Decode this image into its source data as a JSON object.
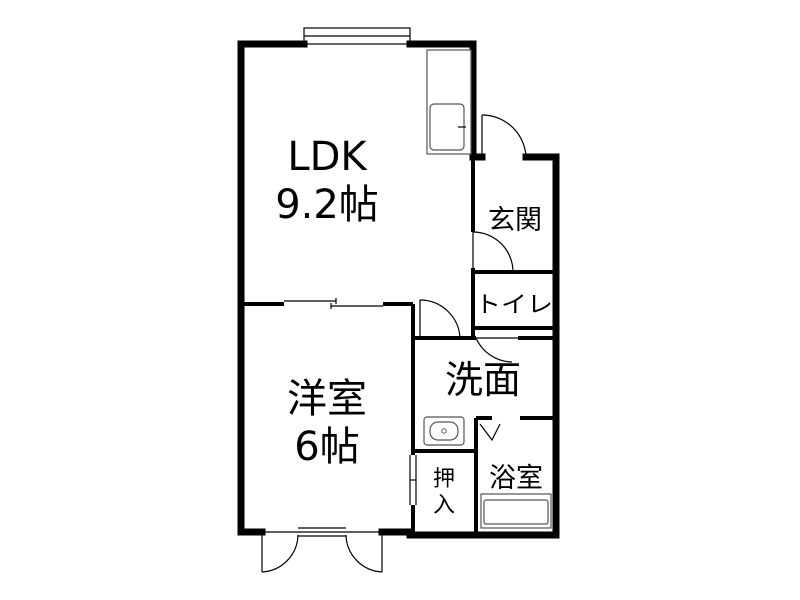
{
  "floorplan": {
    "rooms": {
      "ldk": {
        "name": "LDK",
        "size": "9.2帖"
      },
      "western": {
        "name": "洋室",
        "size": "6帖"
      },
      "entrance": {
        "name": "玄関"
      },
      "toilet": {
        "name": "トイレ"
      },
      "washroom": {
        "name": "洗面"
      },
      "closet": {
        "line1": "押",
        "line2": "入"
      },
      "bathroom": {
        "name": "浴室"
      }
    }
  }
}
